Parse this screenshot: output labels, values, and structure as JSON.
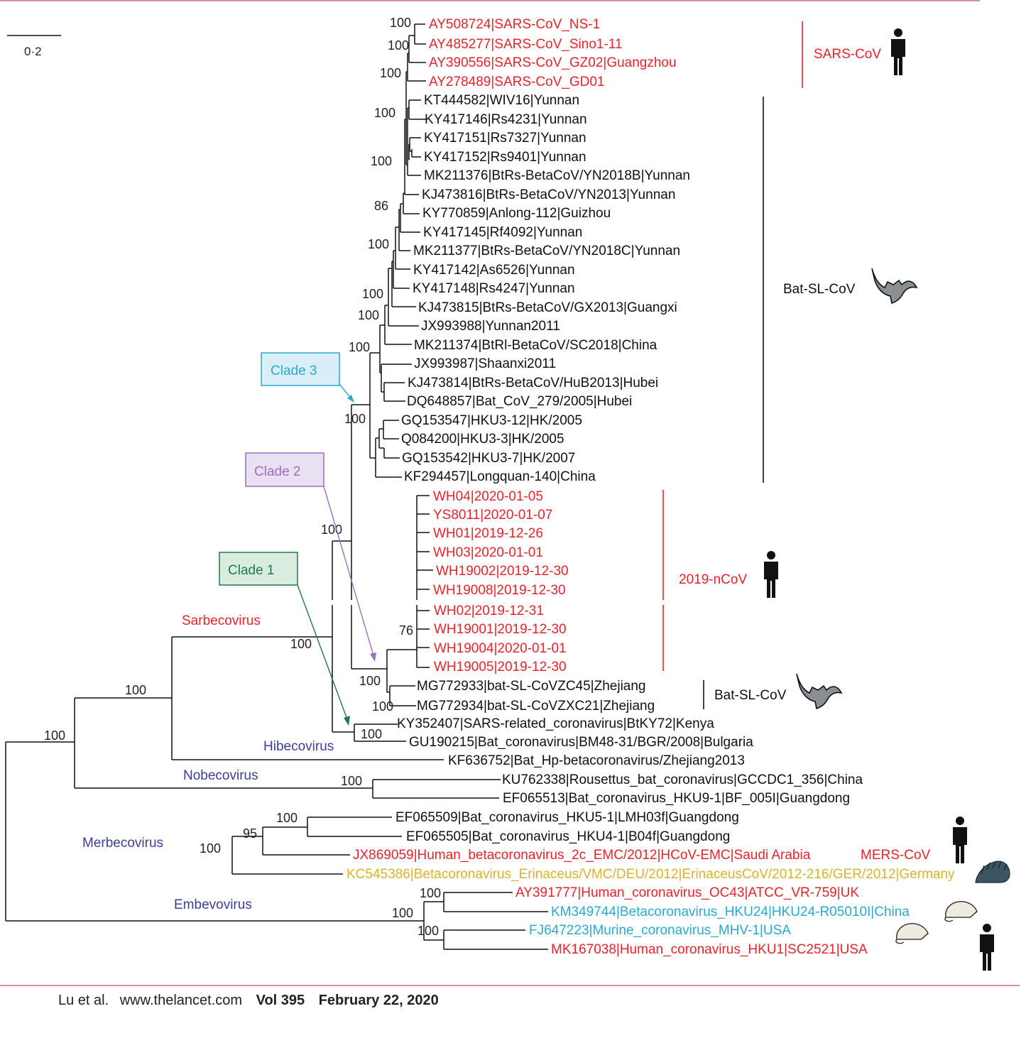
{
  "scale_bar": {
    "label": "0·2"
  },
  "footer": {
    "authors": "Lu et al.",
    "url": "www.thelancet.com",
    "volume": "Vol 395",
    "date": "February 22, 2020"
  },
  "colors": {
    "human": "#e8232b",
    "gold": "#d8b32c",
    "cyan": "#2aa9cf",
    "genus": "#3a3f9a",
    "clade1": "#1e7a4a",
    "clade2": "#9b6fbf",
    "clade3": "#2aa9cf",
    "rule": "#c24a6e",
    "branch": "#111111"
  },
  "taxa": [
    {
      "label": "AY508724|SARS-CoV_NS-1",
      "color": "human"
    },
    {
      "label": "AY485277|SARS-CoV_Sino1-11",
      "color": "human"
    },
    {
      "label": "AY390556|SARS-CoV_GZ02|Guangzhou",
      "color": "human"
    },
    {
      "label": "AY278489|SARS-CoV_GD01",
      "color": "human"
    },
    {
      "label": "KT444582|WIV16|Yunnan",
      "color": "black"
    },
    {
      "label": "KY417146|Rs4231|Yunnan",
      "color": "black"
    },
    {
      "label": "KY417151|Rs7327|Yunnan",
      "color": "black"
    },
    {
      "label": "KY417152|Rs9401|Yunnan",
      "color": "black"
    },
    {
      "label": "MK211376|BtRs-BetaCoV/YN2018B|Yunnan",
      "color": "black"
    },
    {
      "label": "KJ473816|BtRs-BetaCoV/YN2013|Yunnan",
      "color": "black"
    },
    {
      "label": "KY770859|Anlong-112|Guizhou",
      "color": "black"
    },
    {
      "label": "KY417145|Rf4092|Yunnan",
      "color": "black"
    },
    {
      "label": "MK211377|BtRs-BetaCoV/YN2018C|Yunnan",
      "color": "black"
    },
    {
      "label": "KY417142|As6526|Yunnan",
      "color": "black"
    },
    {
      "label": "KY417148|Rs4247|Yunnan",
      "color": "black"
    },
    {
      "label": "KJ473815|BtRs-BetaCoV/GX2013|Guangxi",
      "color": "black"
    },
    {
      "label": "JX993988|Yunnan2011",
      "color": "black"
    },
    {
      "label": "MK211374|BtRl-BetaCoV/SC2018|China",
      "color": "black"
    },
    {
      "label": "JX993987|Shaanxi2011",
      "color": "black"
    },
    {
      "label": "KJ473814|BtRs-BetaCoV/HuB2013|Hubei",
      "color": "black"
    },
    {
      "label": "DQ648857|Bat_CoV_279/2005|Hubei",
      "color": "black"
    },
    {
      "label": "GQ153547|HKU3-12|HK/2005",
      "color": "black"
    },
    {
      "label": "Q084200|HKU3-3|HK/2005",
      "color": "black"
    },
    {
      "label": "GQ153542|HKU3-7|HK/2007",
      "color": "black"
    },
    {
      "label": "KF294457|Longquan-140|China",
      "color": "black"
    },
    {
      "label": "WH04|2020-01-05",
      "color": "human"
    },
    {
      "label": "YS8011|2020-01-07",
      "color": "human"
    },
    {
      "label": "WH01|2019-12-26",
      "color": "human"
    },
    {
      "label": "WH03|2020-01-01",
      "color": "human"
    },
    {
      "label": "WH19002|2019-12-30",
      "color": "human"
    },
    {
      "label": "WH19008|2019-12-30",
      "color": "human"
    },
    {
      "label": "WH02|2019-12-31",
      "color": "human"
    },
    {
      "label": "WH19001|2019-12-30",
      "color": "human"
    },
    {
      "label": "WH19004|2020-01-01",
      "color": "human"
    },
    {
      "label": "WH19005|2019-12-30",
      "color": "human"
    },
    {
      "label": "MG772933|bat-SL-CoVZC45|Zhejiang",
      "color": "black"
    },
    {
      "label": "MG772934|bat-SL-CoVZXC21|Zhejiang",
      "color": "black"
    },
    {
      "label": "KY352407|SARS-related_coronavirus|BtKY72|Kenya",
      "color": "black"
    },
    {
      "label": "GU190215|Bat_coronavirus|BM48-31/BGR/2008|Bulgaria",
      "color": "black"
    },
    {
      "label": "KF636752|Bat_Hp-betacoronavirus/Zhejiang2013",
      "color": "black"
    },
    {
      "label": "KU762338|Rousettus_bat_coronavirus|GCCDC1_356|China",
      "color": "black"
    },
    {
      "label": "EF065513|Bat_coronavirus_HKU9-1|BF_005I|Guangdong",
      "color": "black"
    },
    {
      "label": "EF065509|Bat_coronavirus_HKU5-1|LMH03f|Guangdong",
      "color": "black"
    },
    {
      "label": "EF065505|Bat_coronavirus_HKU4-1|B04f|Guangdong",
      "color": "black"
    },
    {
      "label": "JX869059|Human_betacoronavirus_2c_EMC/2012|HCoV-EMC|Saudi Arabia",
      "color": "human"
    },
    {
      "label": "KC545386|Betacoronavirus_Erinaceus/VMC/DEU/2012|ErinaceusCoV/2012-216/GER/2012|Germany",
      "color": "gold"
    },
    {
      "label": "AY391777|Human_coronavirus_OC43|ATCC_VR-759|UK",
      "color": "human"
    },
    {
      "label": "KM349744|Betacoronavirus_HKU24|HKU24-R05010I|China",
      "color": "cyan"
    },
    {
      "label": "FJ647223|Murine_coronavirus_MHV-1|USA",
      "color": "cyan"
    },
    {
      "label": "MK167038|Human_coronavirus_HKU1|SC2521|USA",
      "color": "human"
    }
  ],
  "support_values": [
    "100",
    "100",
    "100",
    "100",
    "100",
    "86",
    "100",
    "100",
    "100",
    "100",
    "100",
    "100",
    "76",
    "100",
    "100",
    "100",
    "100",
    "100",
    "100",
    "100",
    "95",
    "100",
    "100",
    "100",
    "100"
  ],
  "genera": [
    "Sarbecovirus",
    "Hibecovirus",
    "Nobecovirus",
    "Merbecovirus",
    "Embevovirus"
  ],
  "clades": [
    "Clade 3",
    "Clade 2",
    "Clade 1"
  ],
  "groups": [
    "SARS-CoV",
    "Bat-SL-CoV",
    "2019-nCoV",
    "Bat-SL-CoV",
    "MERS-CoV"
  ],
  "host_icons": [
    "human-icon",
    "bat-icon",
    "human-icon",
    "bat-icon",
    "human-icon",
    "hedgehog-icon",
    "rat-icon",
    "mouse-icon",
    "human-icon"
  ]
}
